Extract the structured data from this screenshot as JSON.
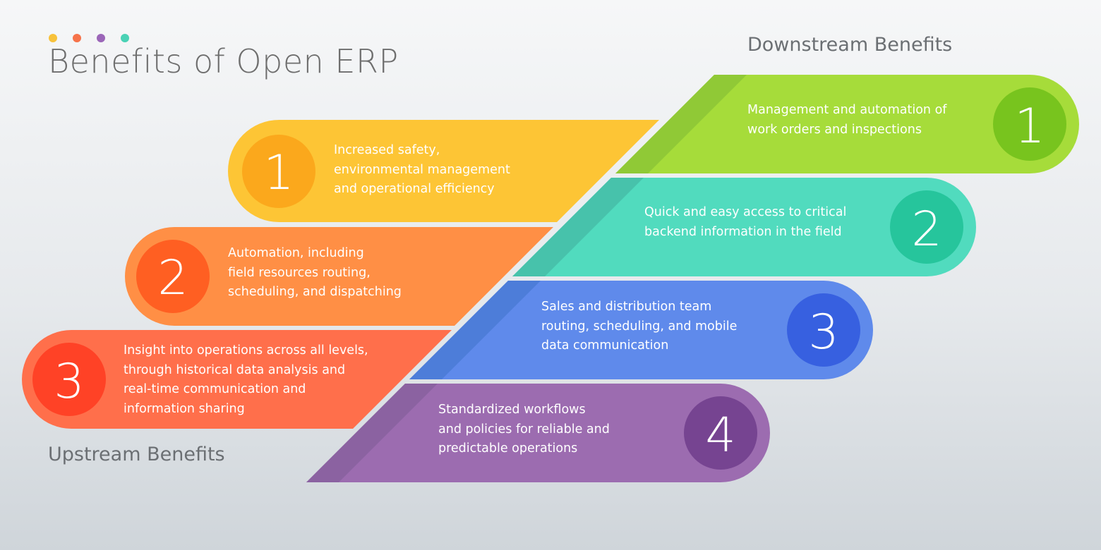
{
  "title": "Benefits of Open ERP",
  "header_dots": [
    "#f7c23b",
    "#f6734a",
    "#9b66b8",
    "#4ad2b5"
  ],
  "downstream": {
    "label": "Downstream Benefits",
    "items": [
      {
        "number": "1",
        "text": "Management and automation of\nwork orders and inspections",
        "band_color": "#a6dc3a",
        "circle_color": "#78c41e",
        "shade_color": "#8cc636"
      },
      {
        "number": "2",
        "text": "Quick and easy access to critical\nbackend information in the field",
        "band_color": "#51dbbe",
        "circle_color": "#26c59c",
        "shade_color": "#45bda8"
      },
      {
        "number": "3",
        "text": "Sales and distribution team\nrouting, scheduling, and mobile\ndata communication",
        "band_color": "#5f8aeb",
        "circle_color": "#3760e0",
        "shade_color": "#4a7ad6"
      },
      {
        "number": "4",
        "text": "Standardized workflows\nand policies for reliable and\npredictable operations",
        "band_color": "#9c6cb0",
        "circle_color": "#764491",
        "shade_color": "#88609f"
      }
    ]
  },
  "upstream": {
    "label": "Upstream Benefits",
    "items": [
      {
        "number": "1",
        "text": "Increased safety,\nenvironmental management\nand operational efficiency",
        "band_color": "#fdc535",
        "circle_color": "#fba81c"
      },
      {
        "number": "2",
        "text": "Automation, including\nfield resources routing,\nscheduling, and dispatching",
        "band_color": "#ff8f45",
        "circle_color": "#ff5f22"
      },
      {
        "number": "3",
        "text": "Insight into operations across all levels,\nthrough historical data analysis and\nreal-time communication and\ninformation sharing",
        "band_color": "#ff6f4b",
        "circle_color": "#ff4226"
      }
    ]
  }
}
